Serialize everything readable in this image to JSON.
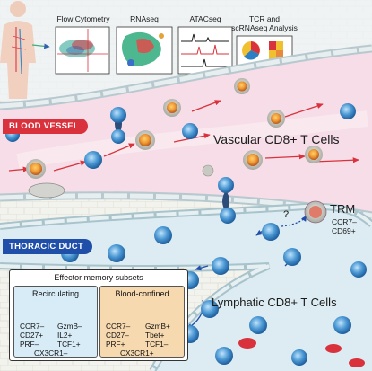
{
  "panels": {
    "flow": "Flow Cytometry",
    "rna": "RNAseq",
    "atac": "ATACseq",
    "tcr_line1": "TCR and",
    "tcr_line2": "scRNAseq Analysis"
  },
  "compartments": {
    "blood": "BLOOD VESSEL",
    "thoracic": "THORACIC DUCT"
  },
  "labels": {
    "vascular": "Vascular CD8+ T Cells",
    "lymphatic": "Lymphatic CD8+ T Cells",
    "trm": "TRM",
    "trm_m1": "CCR7–",
    "trm_m2": "CD69+",
    "question": "?"
  },
  "memory": {
    "title": "Effector memory subsets",
    "recirculating": {
      "title": "Recirculating",
      "col1": [
        "CCR7–",
        "CD27+",
        "PRF–"
      ],
      "col2": [
        "GzmB–",
        "IL2+",
        "TCF1+"
      ],
      "last": "CX3CR1–"
    },
    "blood_confined": {
      "title": "Blood-confined",
      "col1": [
        "CCR7–",
        "CD27–",
        "PRF+"
      ],
      "col2": [
        "GzmB+",
        "Tbet+",
        "TCF1–"
      ],
      "last": "CX3CR1+"
    }
  },
  "colors": {
    "blood_accent": "#d9323c",
    "lymph_accent": "#1f4fa8",
    "vessel_fill": "#f6dde8",
    "lymph_fill": "#dcecf2",
    "cell_orange": "#e07a2c",
    "cell_blue": "#2c7fc4"
  }
}
